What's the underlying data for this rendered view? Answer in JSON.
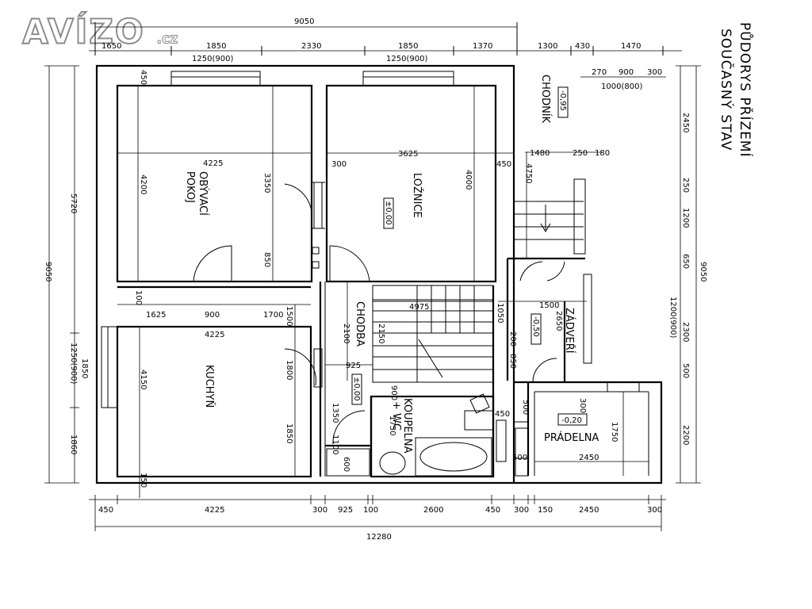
{
  "logo": {
    "brand": "AVÍZO",
    "tld": ".cz"
  },
  "title": {
    "line1": "PŮDORYS PŘÍZEMÍ",
    "line2": "SOUČASNÝ STAV"
  },
  "rooms": {
    "obyvaci": [
      "OBÝVACÍ",
      "POKOJ"
    ],
    "loznice": "LOŽNICE",
    "kuchyn": "KUCHYŇ",
    "chodba": "CHODBA",
    "koupelna": [
      "KOUPELNA",
      "+ WC"
    ],
    "zadveri": "ZÁDVEŘÍ",
    "pradelna": "PRÁDELNA",
    "chodnik": "CHODNÍK"
  },
  "levels": {
    "chodnik": "-0,95",
    "loznice": "±0,00",
    "chodba": "±0,00",
    "zadveri": "-0,50",
    "pradelna": "-0,20"
  },
  "dims_top_outer": "9050",
  "dims_top": [
    "1650",
    "1850",
    "2330",
    "1850",
    "1370",
    "1300",
    "430",
    "1470"
  ],
  "dims_top_windows": [
    "1250(900)",
    "1250(900)"
  ],
  "dims_entry": [
    "270",
    "900",
    "300",
    "1000(800)"
  ],
  "dims_bottom": [
    "450",
    "4225",
    "300",
    "925",
    "100",
    "2600",
    "450",
    "300",
    "150",
    "2450",
    "300"
  ],
  "dims_bottom_total": "12280",
  "dims_left_outer": "9050",
  "dims_left": [
    "5720",
    "1850",
    "1250(900)",
    "1860"
  ],
  "dims_right_outer": "9050",
  "dims_right": [
    "2450",
    "250",
    "1200",
    "650",
    "2300",
    "500",
    "2200",
    "1200(900)"
  ],
  "dims_inner": {
    "obyvaci_w": "4225",
    "obyvaci_h": "4200",
    "obyvaci_h2": "3350",
    "obyvaci_850": "850",
    "obyvaci_450": "450",
    "loznice_w": "3625",
    "loznice_h": "4000",
    "loznice_300": "300",
    "loznice_450": "450",
    "entry_1480": "1480",
    "entry_250": "250",
    "entry_180": "180",
    "entry_4750": "4750",
    "kuchyn_row": [
      "1625",
      "900",
      "1700"
    ],
    "kuchyn_100": "100",
    "kuchyn_w": "4225",
    "kuchyn_h": "4150",
    "kuchyn_1800": "1800",
    "kuchyn_1850": "1850",
    "kuchyn_150": "150",
    "kuchyn_1500": "1500",
    "chodba_2100": "2100",
    "chodba_2150": "2150",
    "chodba_925": "925",
    "chodba_1350": "1350",
    "chodba_1100": "1100",
    "chodba_600": "600",
    "stair_4975": "4975",
    "stair_1050": "1050",
    "zad_1500": "1500",
    "zad_2650": "2650",
    "zad_200": "200",
    "zad_850": "850",
    "koup_1750": "1750",
    "koup_900": "900",
    "koup_450": "450",
    "prad_500": "500",
    "prad_300": "300",
    "prad_1750": "1750",
    "prad_2450": "2450",
    "prad_500b": "500"
  }
}
